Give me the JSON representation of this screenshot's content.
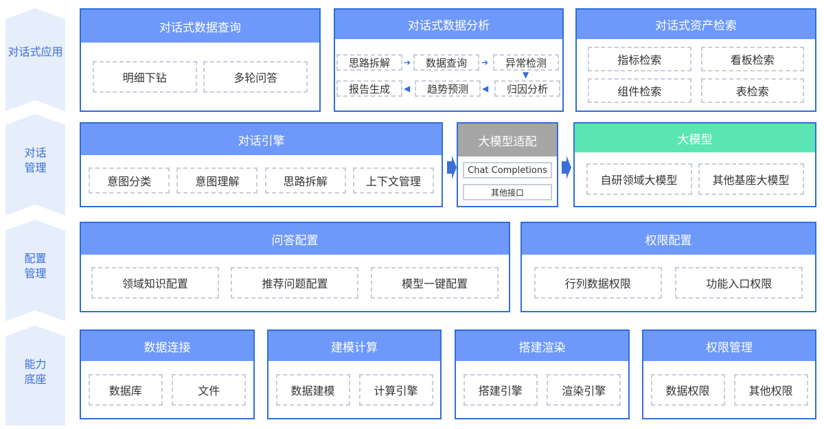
{
  "layers": [
    {
      "label": "对话式应用"
    },
    {
      "label": "对话管理"
    },
    {
      "label": "配置管理"
    },
    {
      "label": "能力底座"
    }
  ],
  "row1": {
    "query": {
      "title": "对话式数据查询",
      "items": [
        "明细下钻",
        "多轮问答"
      ]
    },
    "analysis": {
      "title": "对话式数据分析",
      "steps": [
        "思路拆解",
        "数据查询",
        "异常检测",
        "归因分析",
        "趋势预测",
        "报告生成"
      ]
    },
    "search": {
      "title": "对话式资产检索",
      "items": [
        "指标检索",
        "看板检索",
        "组件检索",
        "表检索"
      ]
    }
  },
  "row2": {
    "engine": {
      "title": "对话引擎",
      "items": [
        "意图分类",
        "意图理解",
        "思路拆解",
        "上下文管理"
      ]
    },
    "adapter": {
      "title": "大模型适配",
      "items": [
        "Chat Completions",
        "其他接口"
      ]
    },
    "model": {
      "title": "大模型",
      "items": [
        "自研领域大模型",
        "其他基座大模型"
      ]
    }
  },
  "row3": {
    "qa": {
      "title": "问答配置",
      "items": [
        "领域知识配置",
        "推荐问题配置",
        "模型一键配置"
      ]
    },
    "perm": {
      "title": "权限配置",
      "items": [
        "行列数据权限",
        "功能入口权限"
      ]
    }
  },
  "row4": [
    {
      "title": "数据连接",
      "items": [
        "数据库",
        "文件"
      ]
    },
    {
      "title": "建模计算",
      "items": [
        "数据建模",
        "计算引擎"
      ]
    },
    {
      "title": "搭建渲染",
      "items": [
        "搭建引擎",
        "渲染引擎"
      ]
    },
    {
      "title": "权限管理",
      "items": [
        "数据权限",
        "其他权限"
      ]
    }
  ],
  "colors": {
    "header": "#6e99fb",
    "border": "#2f6fd6",
    "adapter_header": "#a6a6a6",
    "model_header": "#5ce5b4",
    "layer_fill": "#e6eefb"
  }
}
